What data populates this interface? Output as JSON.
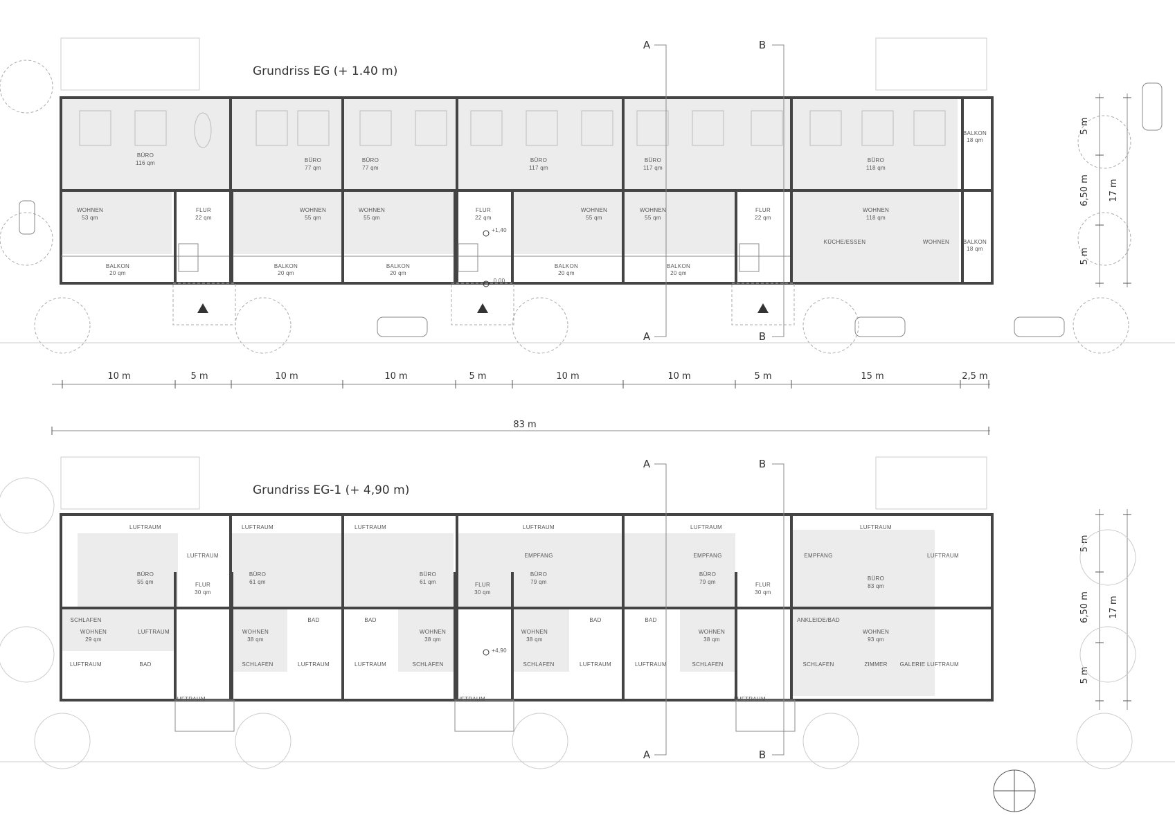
{
  "plan_eg": {
    "title": "Grundriss EG  (+ 1.40 m)",
    "buero": [
      {
        "name": "BÜRO",
        "area": "116 qm"
      },
      {
        "name": "BÜRO",
        "area": "77 qm"
      },
      {
        "name": "BÜRO",
        "area": "77 qm"
      },
      {
        "name": "BÜRO",
        "area": "117 qm"
      },
      {
        "name": "BÜRO",
        "area": "117 qm"
      },
      {
        "name": "BÜRO",
        "area": "118 qm"
      }
    ],
    "wohnen": [
      {
        "name": "WOHNEN",
        "area": "53 qm"
      },
      {
        "name": "WOHNEN",
        "area": "55 qm"
      },
      {
        "name": "WOHNEN",
        "area": "55 qm"
      },
      {
        "name": "WOHNEN",
        "area": "55 qm"
      },
      {
        "name": "WOHNEN",
        "area": "55 qm"
      },
      {
        "name": "WOHNEN",
        "area": "118 qm"
      }
    ],
    "flur": [
      {
        "name": "FLUR",
        "area": "22 qm"
      },
      {
        "name": "FLUR",
        "area": "22 qm"
      },
      {
        "name": "FLUR",
        "area": "22 qm"
      }
    ],
    "balkon": [
      {
        "name": "BALKON",
        "area": "20 qm"
      },
      {
        "name": "BALKON",
        "area": "20 qm"
      },
      {
        "name": "BALKON",
        "area": "20 qm"
      },
      {
        "name": "BALKON",
        "area": "20 qm"
      },
      {
        "name": "BALKON",
        "area": "20 qm"
      }
    ],
    "balkon_side": [
      {
        "name": "BALKON",
        "area": "18 qm"
      },
      {
        "name": "BALKON",
        "area": "18 qm"
      }
    ],
    "kueche": "KÜCHE/ESSEN",
    "wohnen_small": "WOHNEN",
    "level_1": "+1,40",
    "level_2": "0,00"
  },
  "plan_eg1": {
    "title": "Grundriss EG-1   (+ 4,90 m)",
    "luftraum": "LUFTRAUM",
    "buero": [
      {
        "name": "BÜRO",
        "area": "55 qm"
      },
      {
        "name": "BÜRO",
        "area": "61 qm"
      },
      {
        "name": "BÜRO",
        "area": "61 qm"
      },
      {
        "name": "BÜRO",
        "area": "79 qm"
      },
      {
        "name": "BÜRO",
        "area": "79 qm"
      },
      {
        "name": "BÜRO",
        "area": "83 qm"
      }
    ],
    "wohnen": [
      {
        "name": "WOHNEN",
        "area": "29 qm"
      },
      {
        "name": "WOHNEN",
        "area": "38 qm"
      },
      {
        "name": "WOHNEN",
        "area": "38 qm"
      },
      {
        "name": "WOHNEN",
        "area": "38 qm"
      },
      {
        "name": "WOHNEN",
        "area": "38 qm"
      },
      {
        "name": "WOHNEN",
        "area": "93 qm"
      }
    ],
    "flur": [
      {
        "name": "FLUR",
        "area": "30 qm"
      },
      {
        "name": "FLUR",
        "area": "30 qm"
      },
      {
        "name": "FLUR",
        "area": "30 qm"
      }
    ],
    "schlafen": "SCHLAFEN",
    "bad": "BAD",
    "empfang": "EMPFANG",
    "ankleide": "ANKLEIDE/BAD",
    "zimmer": "ZIMMER",
    "galerie": "GALERIE",
    "level": "+4,90"
  },
  "dimensions": {
    "segments": [
      "10 m",
      "5 m",
      "10 m",
      "10 m",
      "5 m",
      "10 m",
      "10 m",
      "5 m",
      "15 m",
      "2,5 m"
    ],
    "total": "83 m",
    "vertical": [
      "5 m",
      "6,50 m",
      "5 m"
    ],
    "vertical_total": "17 m"
  },
  "sections": {
    "a": "A",
    "b": "B"
  }
}
